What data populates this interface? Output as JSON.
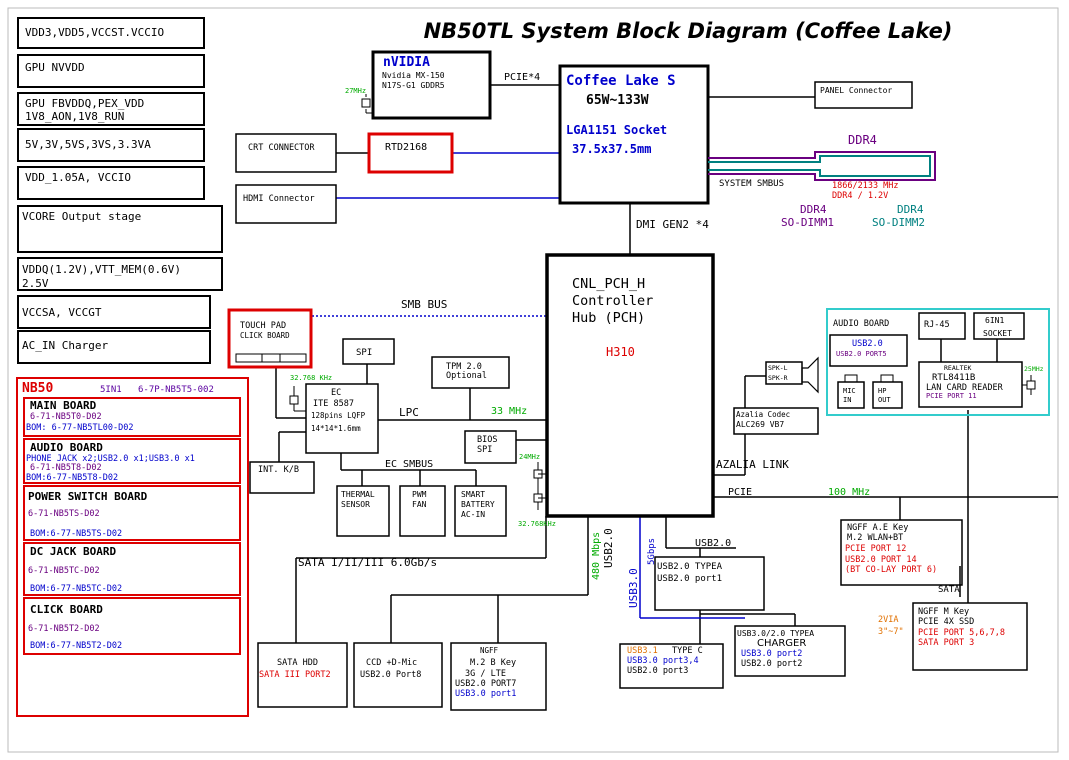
{
  "title": "NB50TL System Block Diagram (Coffee Lake)",
  "colors": {
    "black": "#000000",
    "blue": "#0000cc",
    "red": "#dd0000",
    "green": "#00aa00",
    "purple": "#6a0080",
    "teal": "#008080",
    "orange": "#e07000",
    "cyan": "#33cccc"
  },
  "power_rails": [
    "VDD3,VDD5,VCCST.VCCIO",
    "GPU NVVDD",
    "GPU FBVDDQ,PEX_VDD",
    "1V8_AON,1V8_RUN",
    "5V,3V,5VS,3VS,3.3VA",
    "VDD_1.05A, VCCIO",
    "VCORE Output stage",
    "VDDQ(1.2V),VTT_MEM(0.6V)",
    "2.5V",
    "VCCSA, VCCGT",
    "AC_IN Charger"
  ],
  "nb50": {
    "title": "NB50",
    "fivein1": "5IN1",
    "fivein1_pn": "6-7P-NB5T5-002",
    "boards": [
      {
        "name": "MAIN BOARD",
        "pn": "6-71-NB5T0-D02",
        "bom": "BOM: 6-77-NB5TL00-D02"
      },
      {
        "name": "AUDIO BOARD",
        "extra": "PHONE JACK x2;USB2.0 x1;USB3.0 x1",
        "pn": "6-71-NB5T8-D02",
        "bom": "BOM:6-77-NB5T8-D02"
      },
      {
        "name": "POWER SWITCH BOARD",
        "pn": "6-71-NB5TS-D02",
        "bom": "BOM:6-77-NB5TS-D02"
      },
      {
        "name": "DC JACK BOARD",
        "pn": "6-71-NB5TC-D02",
        "bom": "BOM:6-77-NB5TC-D02"
      },
      {
        "name": "CLICK BOARD",
        "pn": "6-71-NB5T2-D02",
        "bom": "BOM:6-77-NB5T2-D02"
      }
    ]
  },
  "gpu": {
    "brand": "nVIDIA",
    "line1": "Nvidia MX-150",
    "line2": "N17S-G1 GDDR5",
    "clock": "27MHz",
    "link": "PCIE*4"
  },
  "cpu": {
    "name": "Coffee Lake S",
    "power": "65W~133W",
    "socket": "LGA1151 Socket",
    "size": "37.5x37.5mm"
  },
  "panel": "PANEL Connector",
  "ddr4": {
    "title": "DDR4",
    "speed": "1866/2133 MHz",
    "volt": "DDR4 / 1.2V",
    "smbus": "SYSTEM SMBUS",
    "dimm1a": "DDR4",
    "dimm1b": "SO-DIMM1",
    "dimm2a": "DDR4",
    "dimm2b": "SO-DIMM2"
  },
  "crt": "CRT CONNECTOR",
  "rtd": "RTD2168",
  "hdmi": "HDMI Connector",
  "dmi": "DMI GEN2 *4",
  "pch": {
    "l1": "CNL_PCH_H",
    "l2": "Controller",
    "l3": "Hub (PCH)",
    "model": "H310"
  },
  "smb_bus": "SMB BUS",
  "touchpad": {
    "l1": "TOUCH PAD",
    "l2": "CLICK BOARD"
  },
  "spi": "SPI",
  "tpm": {
    "l1": "TPM 2.0",
    "l2": "Optional"
  },
  "ec": {
    "clock": "32.768 KHz",
    "l1": "EC",
    "l2": "ITE 8587",
    "l3": "128pins LQFP",
    "l4": "14*14*1.6mm"
  },
  "lpc": {
    "label": "LPC",
    "freq": "33 MHz"
  },
  "bios": {
    "l1": "BIOS",
    "l2": "SPI"
  },
  "clk24": "24MHz",
  "clk32": "32.768KHz",
  "intkb": "INT. K/B",
  "ecsmbus": "EC SMBUS",
  "thermal": {
    "l1": "THERMAL",
    "l2": "SENSOR"
  },
  "pwmfan": {
    "l1": "PWM",
    "l2": "FAN"
  },
  "battery": {
    "l1": "SMART",
    "l2": "BATTERY",
    "l3": "AC-IN"
  },
  "audio_board": {
    "title": "AUDIO BOARD",
    "usb": "USB2.0",
    "port": "USB2.0 PORT5",
    "mic1": "MIC",
    "mic2": "IN",
    "hp1": "HP",
    "hp2": "OUT"
  },
  "rj45": "RJ-45",
  "sixin1": {
    "l1": "6IN1",
    "l2": "SOCKET"
  },
  "lan": {
    "l1": "REALTEK",
    "l2": "RTL8411B",
    "l3": "LAN CARD READER",
    "l4": "PCIE PORT 11",
    "clk": "25MHz"
  },
  "speaker": {
    "l1": "SPK-L",
    "l2": "SPK-R"
  },
  "codec": {
    "l1": "Azalia Codec",
    "l2": "ALC269 VB7"
  },
  "azalia": "AZALIA LINK",
  "pcie": {
    "label": "PCIE",
    "freq": "100 MHz"
  },
  "wlan": {
    "l1": "NGFF A.E Key",
    "l2": "M.2 WLAN+BT",
    "l3": "PCIE PORT 12",
    "l4": "USB2.0 PORT 14",
    "l5": "(BT CO-LAY PORT 6)"
  },
  "sata_label": "SATA",
  "ssd": {
    "via1": "2VIA",
    "via2": "3\"~7\"",
    "l1": "NGFF M Key",
    "l2": "PCIE 4X SSD",
    "l3": "PCIE PORT 5,6,7,8",
    "l4": "SATA PORT 3"
  },
  "sata_bus": "SATA I/II/III 6.0Gb/s",
  "usb2_bus": {
    "a": "480 Mbps",
    "b": "USB2.0"
  },
  "usb3_bus": {
    "a": "5Gbps",
    "b": "USB3.0"
  },
  "usb2_label": "USB2.0",
  "usb_typea": {
    "l1": "USB2.0 TYPEA",
    "l2": "USB2.0 port1"
  },
  "typec": {
    "l1a": "USB3.1",
    "l1b": "TYPE C",
    "l2": "USB3.0 port3,4",
    "l3": "USB2.0 port3"
  },
  "charger": {
    "l1": "USB3.0/2.0 TYPEA",
    "l2": "CHARGER",
    "l3": "USB3.0 port2",
    "l4": "USB2.0 port2"
  },
  "hdd": {
    "l1": "SATA HDD",
    "l2": "SATA III PORT2"
  },
  "ccd": {
    "l1": "CCD +D-Mic",
    "l2": "USB2.0 Port8"
  },
  "lte": {
    "l1": "NGFF",
    "l2": "M.2 B Key",
    "l3": "3G / LTE",
    "l4": "USB2.0 PORT7",
    "l5": "USB3.0 port1"
  }
}
